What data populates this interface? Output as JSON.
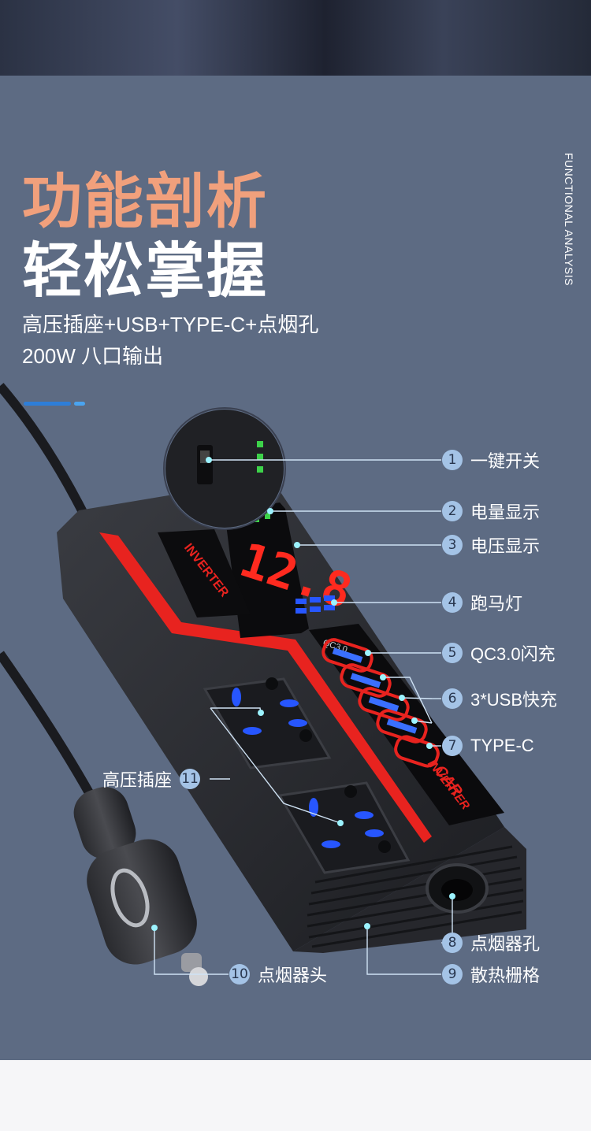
{
  "header": {
    "title_line1": "功能剖析",
    "title_line2": "轻松掌握",
    "subtitle_line1": "高压插座+USB+TYPE-C+点烟孔",
    "subtitle_line2": "200W 八口输出",
    "vertical_text": "FUNCTIONAL ANALYSIS"
  },
  "device": {
    "display_value": "12.8",
    "panel_tag": "QC3.0",
    "logo_line1": "CAR",
    "logo_line2": "INVERTER"
  },
  "callouts": [
    {
      "num": "1",
      "label": "一键开关"
    },
    {
      "num": "2",
      "label": "电量显示"
    },
    {
      "num": "3",
      "label": "电压显示"
    },
    {
      "num": "4",
      "label": "跑马灯"
    },
    {
      "num": "5",
      "label": "QC3.0闪充"
    },
    {
      "num": "6",
      "label": "3*USB快充"
    },
    {
      "num": "7",
      "label": "TYPE-C"
    },
    {
      "num": "8",
      "label": "点烟器孔"
    },
    {
      "num": "9",
      "label": "散热栅格"
    },
    {
      "num": "10",
      "label": "点烟器头"
    },
    {
      "num": "11",
      "label": "高压插座"
    }
  ],
  "colors": {
    "panel": "#5d6b83",
    "title_accent": "#f1a07c",
    "callout_badge": "#a4c3e6",
    "device_red": "#e8231f",
    "usb_blue": "#1f5dff"
  }
}
